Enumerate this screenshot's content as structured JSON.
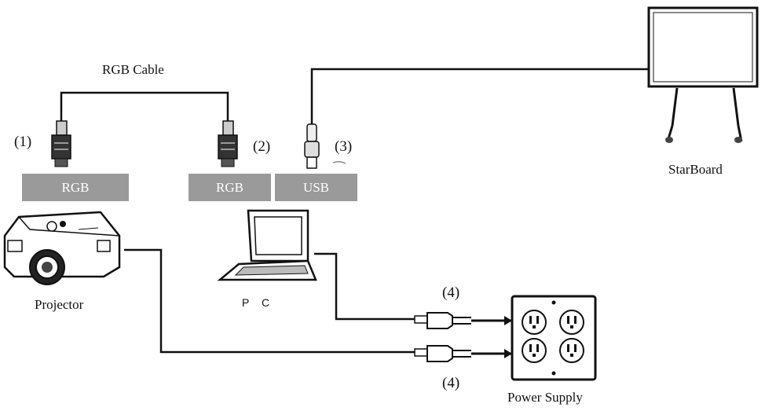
{
  "labels": {
    "rgb_cable": "RGB Cable",
    "projector": "Projector",
    "pc": "P C",
    "starboard": "StarBoard",
    "power_supply": "Power Supply"
  },
  "ports": {
    "projector_rgb": "RGB",
    "pc_rgb": "RGB",
    "pc_usb": "USB"
  },
  "numbers": {
    "n1": "(1)",
    "n2": "(2)",
    "n3": "(3)",
    "n4_top": "(4)",
    "n4_bottom": "(4)"
  }
}
